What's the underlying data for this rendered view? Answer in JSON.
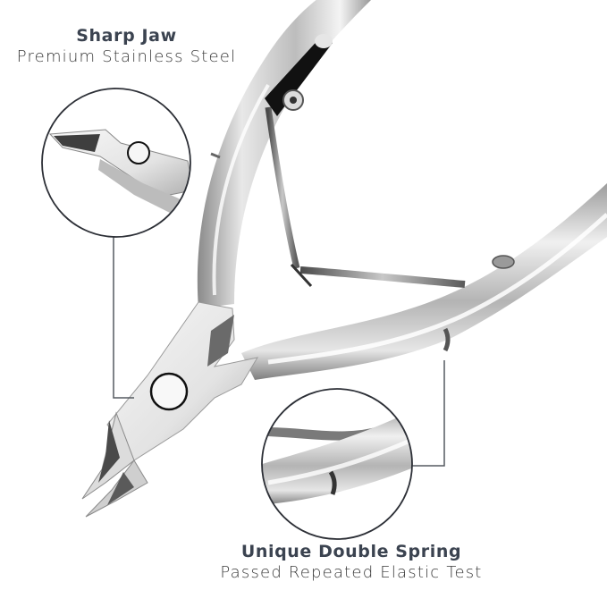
{
  "callouts": {
    "jaw": {
      "title": "Sharp Jaw",
      "subtitle": "Premium Stainless Steel"
    },
    "spring": {
      "title": "Unique Double Spring",
      "subtitle": "Passed Repeated Elastic Test"
    }
  },
  "colors": {
    "background": "#ffffff",
    "title_text": "#3b4350",
    "subtitle_text": "#3a3a3a",
    "callout_line": "#555a60",
    "steel_light": "#eeeeee",
    "steel_mid": "#b9b9b9",
    "steel_dark": "#6e6e6e"
  },
  "product": {
    "name": "cuticle-nipper",
    "icon": "cuticle-nipper-illustration"
  }
}
